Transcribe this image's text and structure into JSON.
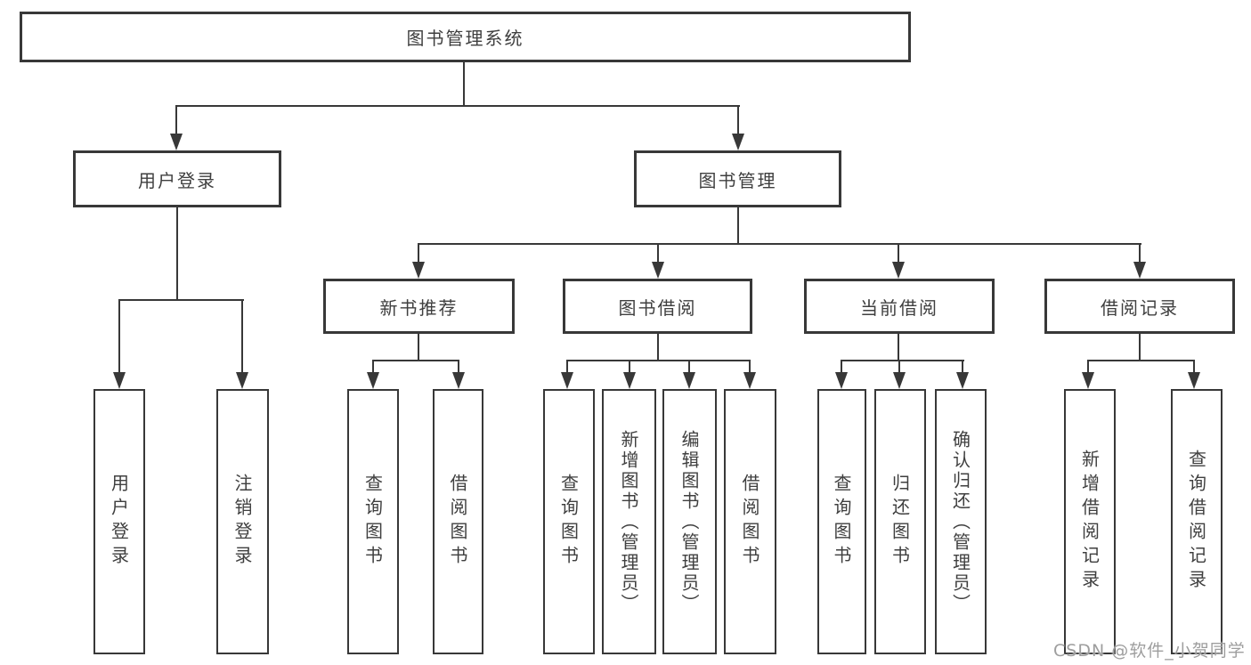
{
  "diagram": {
    "type": "hierarchy-flowchart",
    "title": "图书管理系统",
    "watermark": "CSDN @软件_小贺同学",
    "colors": {
      "line": "#383838",
      "text": "#3f3f3f",
      "watermark": "#9e9e9e",
      "background": "#ffffff"
    },
    "nodes": {
      "root": {
        "label": "图书管理系统"
      },
      "user_login": {
        "label": "用户登录"
      },
      "book_mgmt": {
        "label": "图书管理"
      },
      "new_book_rec": {
        "label": "新书推荐"
      },
      "book_borrow": {
        "label": "图书借阅"
      },
      "current_borrow": {
        "label": "当前借阅"
      },
      "borrow_records": {
        "label": "借阅记录"
      },
      "leaf_user_login": {
        "label": "用户登录"
      },
      "leaf_logout": {
        "label": "注销登录"
      },
      "leaf_query_books_rec": {
        "label": "查询图书"
      },
      "leaf_borrow_books_rec": {
        "label": "借阅图书"
      },
      "leaf_query_books_borrow": {
        "label": "查询图书"
      },
      "leaf_add_books": {
        "label": "新增图书（管理员）"
      },
      "leaf_edit_books": {
        "label": "编辑图书（管理员）"
      },
      "leaf_borrow_books": {
        "label": "借阅图书"
      },
      "leaf_query_books_current": {
        "label": "查询图书"
      },
      "leaf_return_books": {
        "label": "归还图书"
      },
      "leaf_confirm_return": {
        "label": "确认归还（管理员）"
      },
      "leaf_add_borrow_record": {
        "label": "新增借阅记录"
      },
      "leaf_query_borrow_record": {
        "label": "查询借阅记录"
      }
    },
    "structure": [
      {
        "parent": "图书管理系统",
        "children": [
          "用户登录",
          "图书管理"
        ]
      },
      {
        "parent": "用户登录",
        "children": [
          "用户登录",
          "注销登录"
        ]
      },
      {
        "parent": "图书管理",
        "children": [
          "新书推荐",
          "图书借阅",
          "当前借阅",
          "借阅记录"
        ]
      },
      {
        "parent": "新书推荐",
        "children": [
          "查询图书",
          "借阅图书"
        ]
      },
      {
        "parent": "图书借阅",
        "children": [
          "查询图书",
          "新增图书（管理员）",
          "编辑图书（管理员）",
          "借阅图书"
        ]
      },
      {
        "parent": "当前借阅",
        "children": [
          "查询图书",
          "归还图书",
          "确认归还（管理员）"
        ]
      },
      {
        "parent": "借阅记录",
        "children": [
          "新增借阅记录",
          "查询借阅记录"
        ]
      }
    ]
  }
}
